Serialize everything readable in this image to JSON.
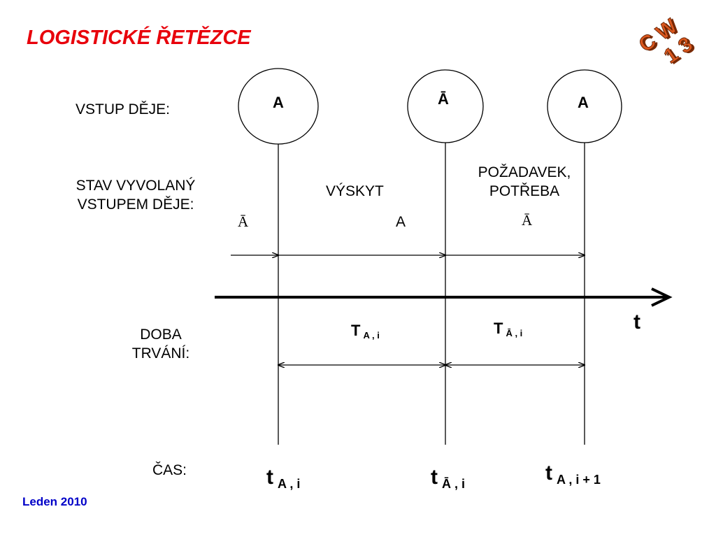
{
  "title": "LOGISTICKÉ ŘETĚZCE",
  "labels": {
    "input": "VSTUP DĚJE:",
    "state_line1": "STAV VYVOLANÝ",
    "state_line2": "VSTUPEM DĚJE:",
    "duration_line1": "DOBA",
    "duration_line2": "TRVÁNÍ:",
    "time": "ČAS:"
  },
  "circles": [
    "A",
    "Ā",
    "A"
  ],
  "states": {
    "first_symbol": "Ā",
    "occurrence_label": "VÝSKYT",
    "occurrence_symbol": "A",
    "demand_line1": "POŽADAVEK,",
    "demand_line2": "POTŘEBA",
    "demand_symbol": "Ā"
  },
  "axis_label": "t",
  "durations": [
    {
      "main": "T",
      "sub": "A , i"
    },
    {
      "main": "T",
      "sub": "Ā , i"
    }
  ],
  "times": [
    {
      "main": "t",
      "sub": "A , i"
    },
    {
      "main": "t",
      "sub": "Ā , i"
    },
    {
      "main": "t",
      "sub": "A , i + 1"
    }
  ],
  "badge": {
    "line1": "C W",
    "line2": "1 3"
  },
  "footer": "Leden 2010",
  "colors": {
    "title": "#e8000b",
    "footer": "#0000c8",
    "badge": "#d9561d"
  }
}
